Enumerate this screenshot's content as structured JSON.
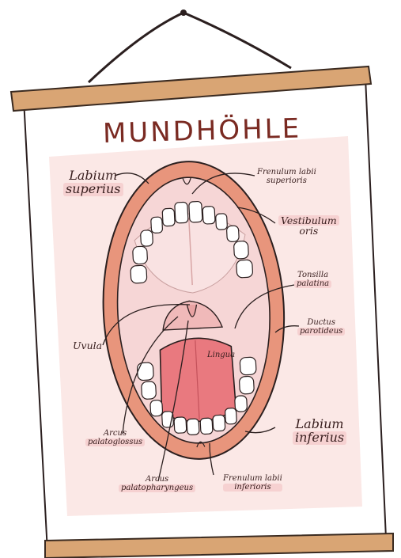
{
  "poster": {
    "title": "MUNDHÖHLE",
    "colors": {
      "rod": "#d9a574",
      "rod_outline": "#3a2a20",
      "panel_bg": "#fbe8e6",
      "lip": "#e8957c",
      "mouth_interior": "#f6d6d6",
      "tongue": "#e9797f",
      "teeth": "#ffffff",
      "ink": "#2b1f1f"
    },
    "labels": {
      "labium_superius": [
        "Labium",
        "superius"
      ],
      "frenulum_labii_superioris": [
        "Frenulum labii",
        "superioris"
      ],
      "vestibulum_oris": [
        "Vestibulum",
        "oris"
      ],
      "tonsilla_palatina": [
        "Tonsilla",
        "palatina"
      ],
      "ductus_parotideus": [
        "Ductus",
        "parotideus"
      ],
      "uvula": "Uvula",
      "lingua": "Lingua",
      "labium_inferius": [
        "Labium",
        "inferius"
      ],
      "arcus_palatoglossus": [
        "Arcus",
        "palatoglossus"
      ],
      "arcus_palatopharyngeus": [
        "Arcus",
        "palatopharyngeus"
      ],
      "frenulum_labii_inferioris": [
        "Frenulum labii",
        "inferioris"
      ]
    }
  }
}
